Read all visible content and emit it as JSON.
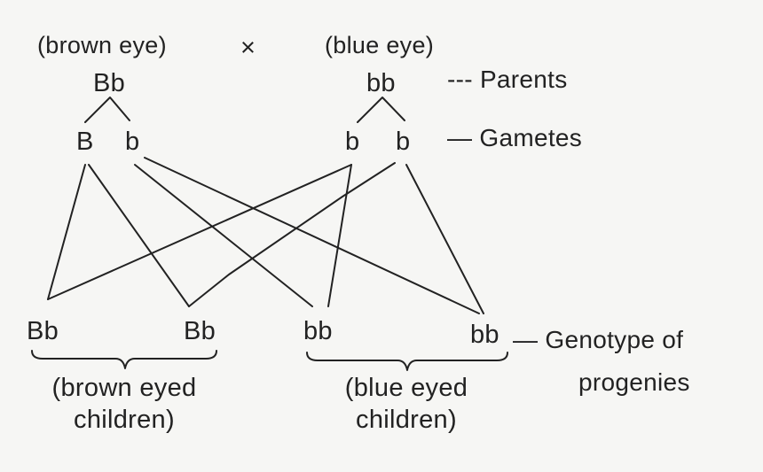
{
  "parents": {
    "left_phenotype": "(brown eye)",
    "cross_symbol": "×",
    "right_phenotype": "(blue eye)",
    "left_genotype": "Bb",
    "right_genotype": "bb",
    "label": "--- Parents"
  },
  "gametes": {
    "left": [
      "B",
      "b"
    ],
    "right": [
      "b",
      "b"
    ],
    "label": "— Gametes"
  },
  "progenies": {
    "genotypes": [
      "Bb",
      "Bb",
      "bb",
      "bb"
    ],
    "label_line1": "— Genotype of",
    "label_line2": "progenies",
    "brown_group_line1": "(brown eyed",
    "brown_group_line2": "children)",
    "blue_group_line1": "(blue eyed",
    "blue_group_line2": "children)"
  },
  "colors": {
    "background": "#f6f6f4",
    "ink": "#222222"
  }
}
